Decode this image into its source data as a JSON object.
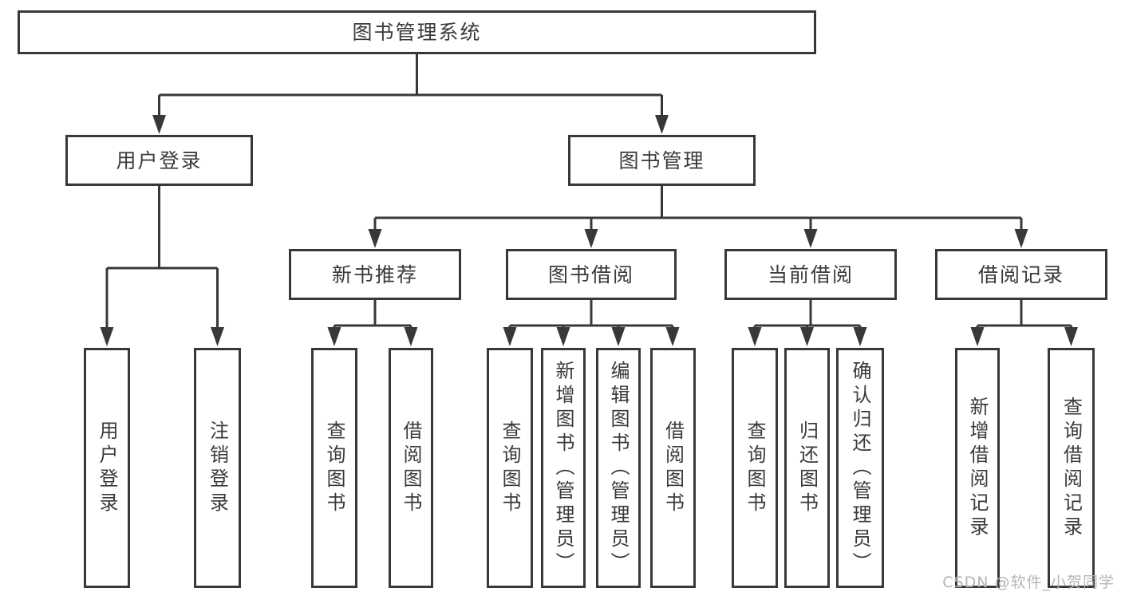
{
  "diagram": {
    "title_node": "图书管理系统",
    "level2": {
      "user_login": "用户登录",
      "book_management": "图书管理"
    },
    "level3": {
      "new_book_recommend": "新书推荐",
      "book_borrowing": "图书借阅",
      "current_borrowing": "当前借阅",
      "borrowing_records": "借阅记录"
    },
    "leaves": {
      "user_login_children": [
        "用户登录",
        "注销登录"
      ],
      "new_book_children": [
        "查询图书",
        "借阅图书"
      ],
      "book_borrowing_children": [
        "查询图书",
        "新增图书（管理员）",
        "编辑图书（管理员）",
        "借阅图书"
      ],
      "current_borrowing_children": [
        "查询图书",
        "归还图书",
        "确认归还（管理员）"
      ],
      "records_children": [
        "新增借阅记录",
        "查询借阅记录"
      ]
    }
  },
  "watermark": "CSDN @软件_小贺同学",
  "colors": {
    "line": "#383838",
    "text": "#3a3a3e",
    "watermark_text": "#b5b5b5",
    "background": "#ffffff"
  }
}
